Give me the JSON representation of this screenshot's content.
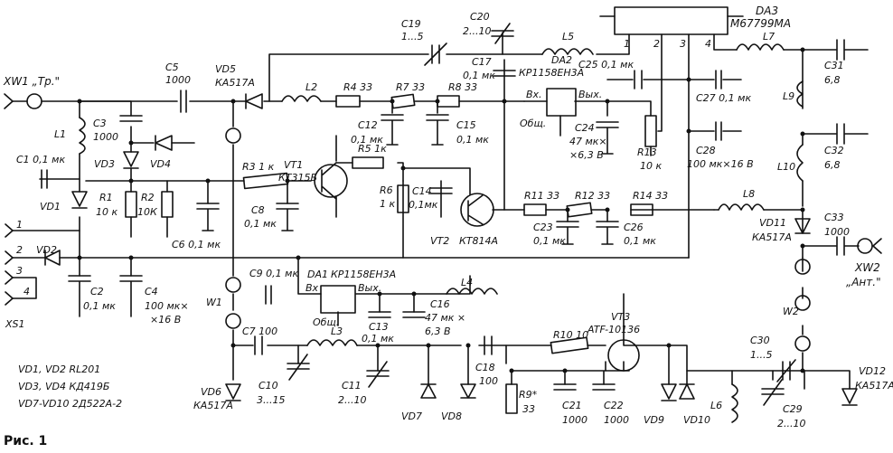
{
  "figure_label": "Рис. 1",
  "connectors": {
    "xw1": "XW1 „Тр.\"",
    "xw2": "XW2",
    "xw2_name": "„Ант.\"",
    "xs1": "XS1",
    "pins": [
      "1",
      "2",
      "3",
      "4"
    ]
  },
  "ic": {
    "da3": "DA3",
    "da3_part": "M67799MA",
    "da3_pins": [
      "1",
      "2",
      "3",
      "4"
    ],
    "da2": "DA2",
    "da2_part": "КР1158ЕН3А",
    "da1": "DA1",
    "da1_part": "КР1158ЕН3А",
    "in_label": "Вх.",
    "out_label": "Вых.",
    "gnd_label": "Общ.",
    "da1_in": "Вх",
    "da1_out": "Вых.",
    "da1_gnd": "Общ."
  },
  "transistors": {
    "vt1": "VT1",
    "vt1_part": "КТ315Б",
    "vt2": "VT2",
    "vt2_part": "КТ814А",
    "vt3": "VT3",
    "vt3_part": "ATF-10136"
  },
  "resistors": {
    "r1": "R1",
    "r1_val": "10 к",
    "r2": "R2",
    "r2_val": "10К",
    "r3": "R3 1 к",
    "r4": "R4 33",
    "r5": "R5 1к",
    "r6": "R6",
    "r6_val": "1 к",
    "r7": "R7 33",
    "r8": "R8 33",
    "r9": "R9*",
    "r9_val": "33",
    "r10": "R10 10",
    "r11": "R11 33",
    "r12": "R12 33",
    "r13": "R13",
    "r13_val": "10 к",
    "r14": "R14 33"
  },
  "capacitors": {
    "c1": "C1 0,1 мк",
    "c2": "C2",
    "c2_val": "0,1 мк",
    "c3": "C3",
    "c3_val": "1000",
    "c4": "C4",
    "c4_val": "100 мк×",
    "c4_val2": "×16 В",
    "c5": "C5",
    "c5_val": "1000",
    "c6": "C6 0,1 мк",
    "c7": "C7 100",
    "c8": "C8",
    "c8_val": "0,1 мк",
    "c9": "C9 0,1 мк",
    "c10": "C10",
    "c10_val": "3...15",
    "c11": "C11",
    "c11_val": "2...10",
    "c12": "C12",
    "c12_val": "0,1 мк",
    "c13": "C13",
    "c13_val": "0,1 мк",
    "c14": "C14",
    "c14_val": "0,1мк",
    "c15": "C15",
    "c15_val": "0,1 мк",
    "c16": "C16",
    "c16_val": "47 мк ×",
    "c16_val2": "6,3 В",
    "c17": "C17",
    "c17_val": "0,1 мк",
    "c18": "C18",
    "c18_val": "100",
    "c19": "C19",
    "c19_val": "1...5",
    "c20": "C20",
    "c20_val": "2...10",
    "c21": "C21",
    "c21_val": "1000",
    "c22": "C22",
    "c22_val": "1000",
    "c23": "C23",
    "c23_val": "0,1 мк",
    "c24": "C24",
    "c24_val": "47 мк×",
    "c24_val2": "×6,3 В",
    "c25": "C25 0,1 мк",
    "c26": "C26",
    "c26_val": "0,1 мк",
    "c27": "C27 0,1 мк",
    "c28": "C28",
    "c28_val": "100 мк×16 В",
    "c29": "C29",
    "c29_val": "2...10",
    "c30": "C30",
    "c30_val": "1...5",
    "c31": "C31",
    "c31_val": "6,8",
    "c32": "C32",
    "c32_val": "6,8",
    "c33": "C33",
    "c33_val": "1000"
  },
  "inductors": {
    "l1": "L1",
    "l2": "L2",
    "l3": "L3",
    "l4": "L4",
    "l5": "L5",
    "l6": "L6",
    "l7": "L7",
    "l8": "L8",
    "l9": "L9",
    "l10": "L10"
  },
  "diodes": {
    "vd1": "VD1",
    "vd2": "VD2",
    "vd3": "VD3",
    "vd4": "VD4",
    "vd5": "VD5",
    "vd5_part": "КА517А",
    "vd6": "VD6",
    "vd6_part": "КА517А",
    "vd7": "VD7",
    "vd8": "VD8",
    "vd9": "VD9",
    "vd10": "VD10",
    "vd11": "VD11",
    "vd11_part": "КА517А",
    "vd12": "VD12",
    "vd12_part": "КА517А"
  },
  "lines": {
    "w1": "W1",
    "w2": "W2"
  },
  "legend": [
    "VD1, VD2  RL201",
    "VD3, VD4  КД419Б",
    "VD7-VD10  2Д522А-2"
  ]
}
